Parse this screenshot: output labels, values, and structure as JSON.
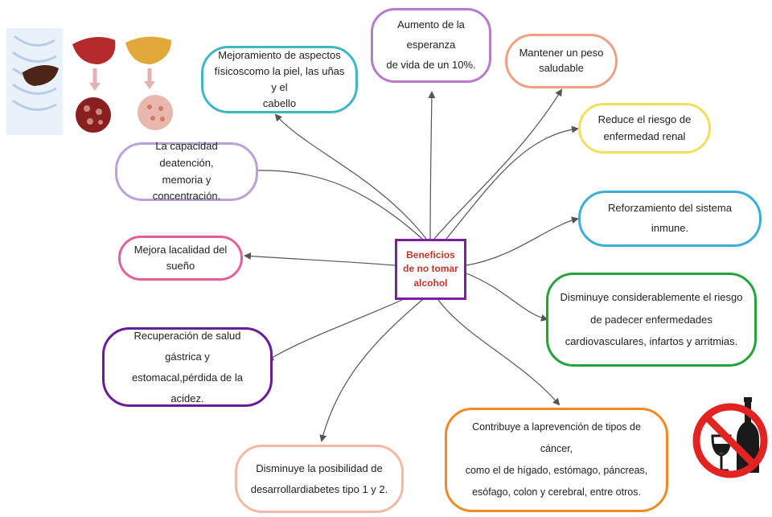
{
  "center": {
    "label": "Beneficios\nde no tomar\nalcohol",
    "border_color": "#7a1fa2",
    "text_color": "#c0392b"
  },
  "nodes": [
    {
      "id": "esperanza",
      "text": "Aumento de la esperanza\nde vida de un 10%.",
      "border_color": "#b57cc9"
    },
    {
      "id": "peso",
      "text": "Mantener un peso\nsaludable",
      "border_color": "#eea083"
    },
    {
      "id": "aspectos",
      "text": "Mejoramiento de aspectos\nfísicoscomo la piel, las uñas y el\ncabello",
      "border_color": "#3fb6c4"
    },
    {
      "id": "renal",
      "text": "Reduce el riesgo de\nenfermedad renal",
      "border_color": "#f1e05a"
    },
    {
      "id": "atencion",
      "text": "La capacidad deatención,\nmemoria y concentración.",
      "border_color": "#b9a2d6"
    },
    {
      "id": "inmune",
      "text": "Reforzamiento del sistema inmune.",
      "border_color": "#3aaed3"
    },
    {
      "id": "sueno",
      "text": "Mejora lacalidad del\nsueño",
      "border_color": "#e0609a"
    },
    {
      "id": "cardio",
      "text": "Disminuye considerablemente el riesgo\nde padecer enfermedades\ncardiovasculares, infartos y arritmias.",
      "border_color": "#25a33a"
    },
    {
      "id": "gastrica",
      "text": "Recuperación de salud gástrica y\nestomacal,pérdida de la acidez.",
      "border_color": "#6a1b9a"
    },
    {
      "id": "diabetes",
      "text": "Disminuye la posibilidad de\ndesarrollardiabetes tipo 1 y 2.",
      "border_color": "#f4b8a6"
    },
    {
      "id": "cancer",
      "text": "Contribuye a laprevención de tipos de cáncer,\ncomo el de hígado, estómago, páncreas,\nesófago, colon y cerebral, entre otros.",
      "border_color": "#f08a24"
    }
  ],
  "icons": {
    "liver": "liver-comparison-icon",
    "no_alcohol": "no-alcohol-icon"
  },
  "colors": {
    "arrow": "#555555",
    "no_sign": "#e32222"
  }
}
